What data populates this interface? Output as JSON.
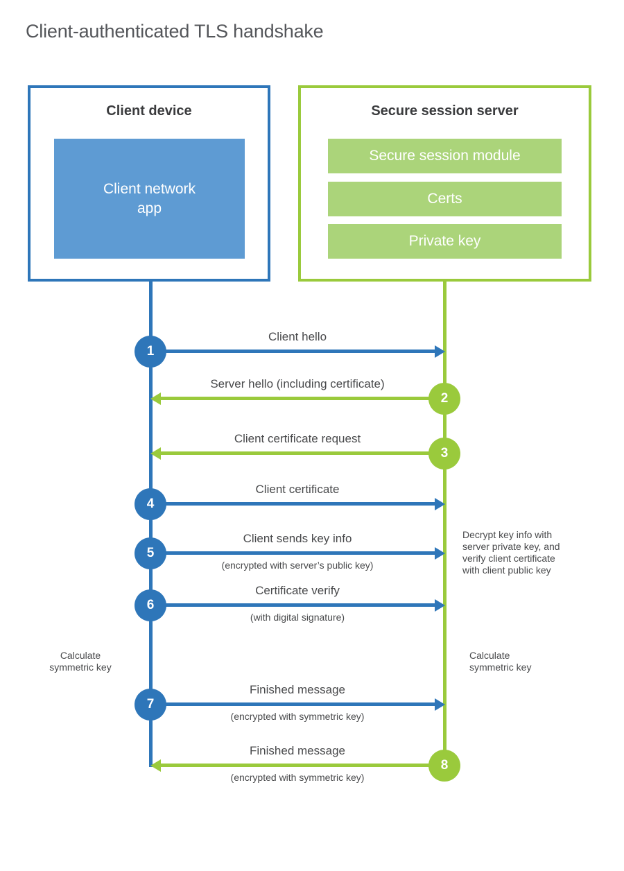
{
  "title": "Client-authenticated TLS handshake",
  "colors": {
    "client_accent": "#2e76b9",
    "client_fill": "#5e9bd3",
    "server_accent": "#9aca3c",
    "server_fill": "#abd47a",
    "label_text": "#48494b",
    "title_text": "#54565a"
  },
  "client": {
    "title": "Client device",
    "app_label": "Client network\napp"
  },
  "server": {
    "title": "Secure session server",
    "modules": [
      "Secure session module",
      "Certs",
      "Private key"
    ]
  },
  "messages": [
    {
      "num": "1",
      "label": "Client hello",
      "sub": "",
      "direction": "client-to-server"
    },
    {
      "num": "2",
      "label": "Server hello (including certificate)",
      "sub": "",
      "direction": "server-to-client"
    },
    {
      "num": "3",
      "label": "Client certificate request",
      "sub": "",
      "direction": "server-to-client"
    },
    {
      "num": "4",
      "label": "Client certificate",
      "sub": "",
      "direction": "client-to-server"
    },
    {
      "num": "5",
      "label": "Client sends key info",
      "sub": "(encrypted with server’s public key)",
      "direction": "client-to-server"
    },
    {
      "num": "6",
      "label": "Certificate verify",
      "sub": "(with digital signature)",
      "direction": "client-to-server"
    },
    {
      "num": "7",
      "label": "Finished message",
      "sub": "(encrypted with symmetric key)",
      "direction": "client-to-server"
    },
    {
      "num": "8",
      "label": "Finished message",
      "sub": "(encrypted with symmetric key)",
      "direction": "server-to-client"
    }
  ],
  "side_notes": {
    "decrypt_note": "Decrypt key info with\nserver private key, and\nverify client certificate\nwith client public key",
    "calculate_left": "Calculate\nsymmetric key",
    "calculate_right": "Calculate\nsymmetric key"
  }
}
